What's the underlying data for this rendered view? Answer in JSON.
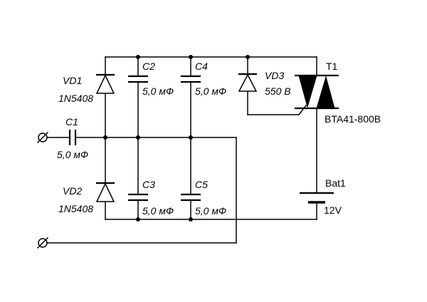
{
  "components": {
    "vd1": {
      "ref": "VD1",
      "value": "1N5408"
    },
    "vd2": {
      "ref": "VD2",
      "value": "1N5408"
    },
    "vd3": {
      "ref": "VD3",
      "value": "550 В"
    },
    "c1": {
      "ref": "C1",
      "value": "5,0 мФ"
    },
    "c2": {
      "ref": "C2",
      "value": "5,0 мФ"
    },
    "c3": {
      "ref": "C3",
      "value": "5,0 мФ"
    },
    "c4": {
      "ref": "C4",
      "value": "5,0 мФ"
    },
    "c5": {
      "ref": "C5",
      "value": "5,0 мФ"
    },
    "t1": {
      "ref": "T1",
      "value": "BTA41-800B"
    },
    "bat1": {
      "ref": "Bat1",
      "value": "12V"
    }
  }
}
